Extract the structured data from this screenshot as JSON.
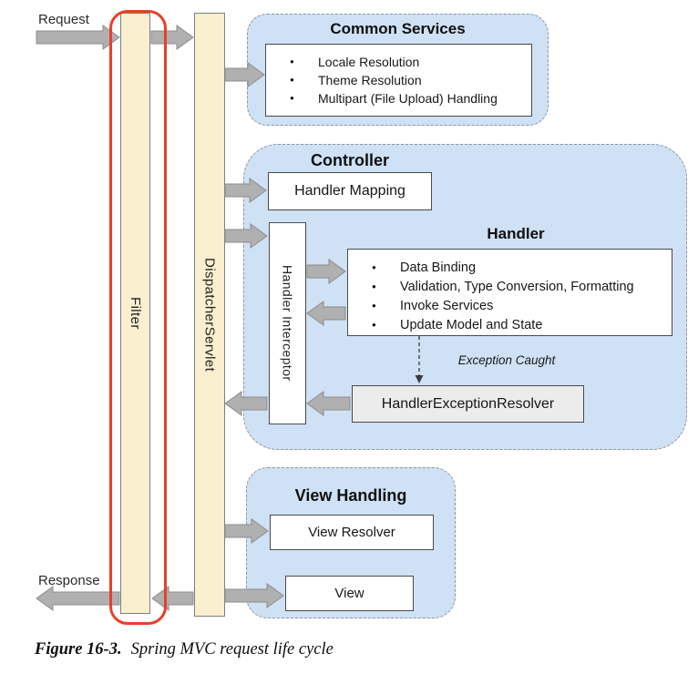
{
  "diagram": {
    "request_label": "Request",
    "response_label": "Response",
    "filter_label": "Filter",
    "dispatcher_label": "DispatcherServlet",
    "common_services": {
      "title": "Common Services",
      "items": [
        "Locale Resolution",
        "Theme Resolution",
        "Multipart (File Upload) Handling"
      ]
    },
    "controller": {
      "title": "Controller",
      "handler_mapping_label": "Handler Mapping",
      "handler_interceptor_label": "Handler Interceptor",
      "handler": {
        "title": "Handler",
        "items": [
          "Data Binding",
          "Validation, Type Conversion, Formatting",
          "Invoke Services",
          "Update Model and State"
        ]
      },
      "exception_caught_label": "Exception Caught",
      "handler_exception_resolver_label": "HandlerExceptionResolver"
    },
    "view_handling": {
      "title": "View Handling",
      "view_resolver_label": "View Resolver",
      "view_label": "View"
    },
    "caption": {
      "figure_label": "Figure 16-3.",
      "caption_text": "Spring MVC request life cycle"
    },
    "colors": {
      "bar_fill": "#faefce",
      "bar_border": "#7f7f7f",
      "group_fill": "#cfe1f4",
      "group_border": "#8f959e",
      "box_border": "#4a4a4a",
      "resolver_fill": "#ececec",
      "arrow_fill": "#b0b0b0",
      "arrow_border": "#8c8c8c",
      "highlight_red": "#e8402a"
    }
  }
}
